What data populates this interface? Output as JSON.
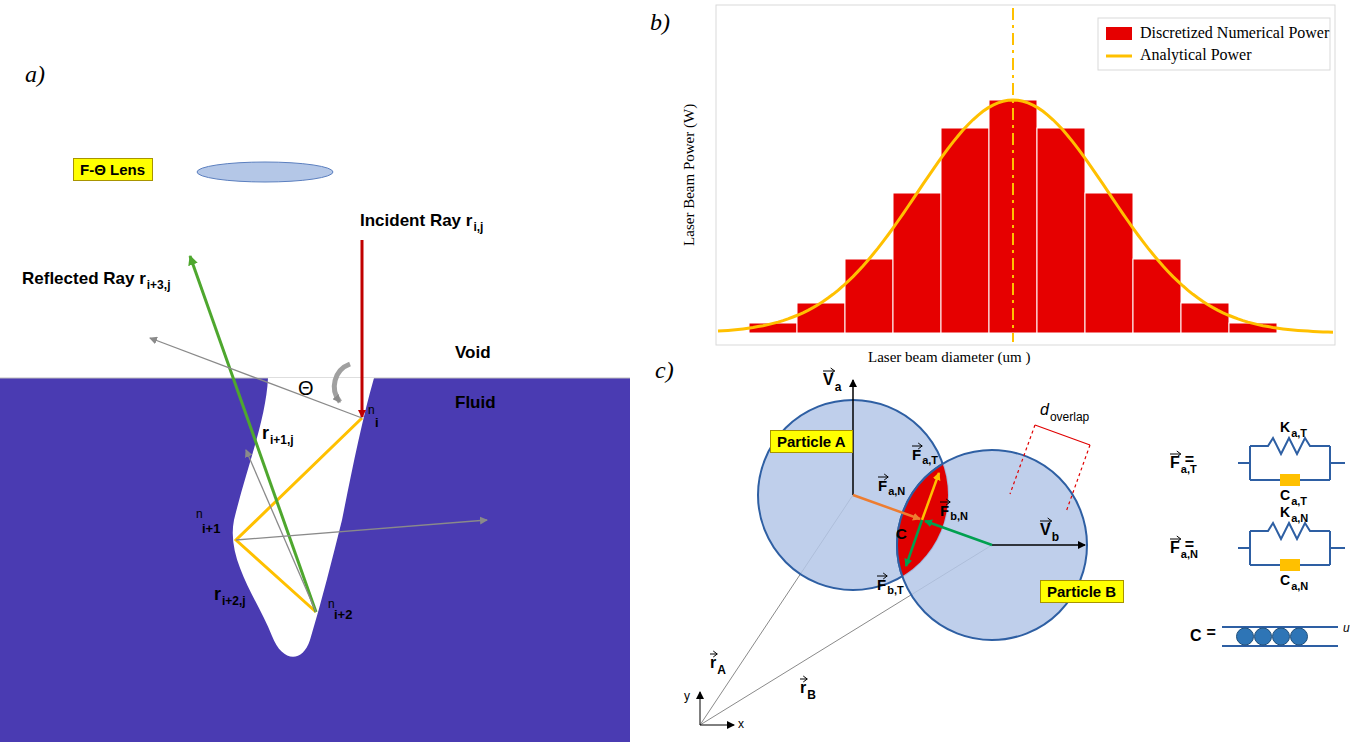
{
  "diagram": {
    "nodes": [
      {
        "text": [
          "F-Θ Lens"
        ]
      },
      {
        "text": [
          "Particle A"
        ]
      },
      {
        "text": [
          "Particle B"
        ]
      }
    ],
    "labels": [
      "a)",
      "Incident Ray r",
      "i,j",
      "Reflected Ray r",
      "i+3,j",
      "Void",
      "Fluid",
      "Θ",
      "n",
      "i",
      "r",
      "i+1,j",
      "n",
      "i+1",
      "r",
      "i+2,j",
      "n",
      "i+2",
      "b)",
      "Laser Beam Power (W)",
      "Laser beam diameter (um )",
      "c)",
      "V",
      "a",
      "d",
      "overlap",
      "F",
      "a,T",
      "F",
      "a,N",
      "F",
      "b,N",
      "V",
      "b",
      "C",
      "F",
      "b,T",
      "r",
      "A",
      "r",
      "B",
      "y",
      "x",
      "F",
      "a,T",
      "=",
      "K",
      "a,T",
      "C",
      "a,T",
      "F",
      "a,N",
      "=",
      "K",
      "a,N",
      "C",
      "a,N",
      "C",
      "=",
      "u"
    ],
    "legend": [
      {
        "text": "Discretized Numerical Power",
        "color": "#e60000"
      },
      {
        "text": "Analytical Power"
      }
    ]
  }
}
